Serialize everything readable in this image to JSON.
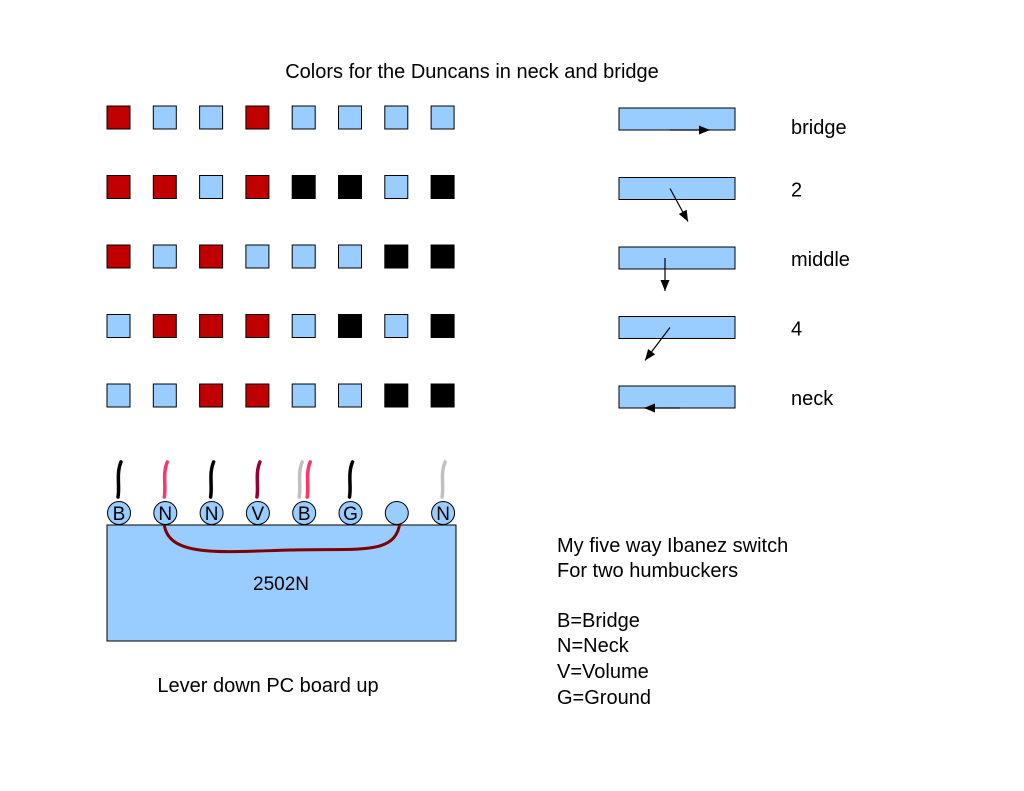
{
  "title": "Colors for the Duncans in neck and bridge",
  "colors": {
    "red": "#c00000",
    "light": "#99ccff",
    "black": "#000000",
    "wire_dark_red": "#990033",
    "wire_pink": "#ff3366",
    "wire_gray": "#c0c0c0",
    "wire_black": "#000000",
    "jumper": "#800000"
  },
  "grid": [
    [
      "red",
      "light",
      "light",
      "red",
      "light",
      "light",
      "light",
      "light"
    ],
    [
      "red",
      "red",
      "light",
      "red",
      "black",
      "black",
      "light",
      "black"
    ],
    [
      "red",
      "light",
      "red",
      "light",
      "light",
      "light",
      "black",
      "black"
    ],
    [
      "light",
      "red",
      "red",
      "red",
      "light",
      "black",
      "light",
      "black"
    ],
    [
      "light",
      "light",
      "red",
      "red",
      "light",
      "light",
      "black",
      "black"
    ]
  ],
  "positions": [
    {
      "label": "bridge",
      "arrow": "right"
    },
    {
      "label": "2",
      "arrow": "down-right"
    },
    {
      "label": "middle",
      "arrow": "down"
    },
    {
      "label": "4",
      "arrow": "down-left"
    },
    {
      "label": "neck",
      "arrow": "left"
    }
  ],
  "pins": [
    "B",
    "N",
    "N",
    "V",
    "B",
    "G",
    "",
    "N"
  ],
  "wires": [
    [
      "wire_black"
    ],
    [
      "wire_pink"
    ],
    [
      "wire_black"
    ],
    [
      "wire_dark_red"
    ],
    [
      "wire_gray",
      "wire_pink"
    ],
    [
      "wire_black"
    ],
    [],
    [
      "wire_gray"
    ]
  ],
  "board_label": "2502N",
  "caption": "Lever down PC board up",
  "notes": [
    "My five way Ibanez switch",
    "For two humbuckers",
    "",
    "B=Bridge",
    "N=Neck",
    "V=Volume",
    "G=Ground"
  ]
}
